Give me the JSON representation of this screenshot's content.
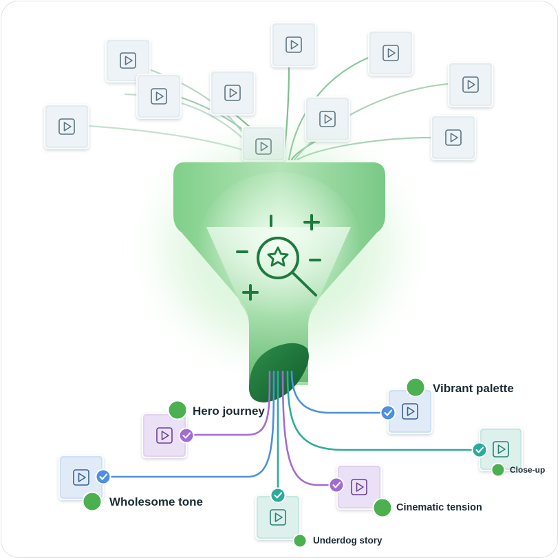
{
  "diagram": {
    "inputs": [
      {
        "id": "in1"
      },
      {
        "id": "in2"
      },
      {
        "id": "in3"
      },
      {
        "id": "in4"
      },
      {
        "id": "in5"
      },
      {
        "id": "in6"
      },
      {
        "id": "in7"
      },
      {
        "id": "in8"
      },
      {
        "id": "in9"
      },
      {
        "id": "in10"
      },
      {
        "id": "in11"
      }
    ],
    "outputs": [
      {
        "id": "hero",
        "label": "Hero journey",
        "color": "#a26bd1"
      },
      {
        "id": "wholesome",
        "label": "Wholesome tone",
        "color": "#4d8fe0"
      },
      {
        "id": "underdog",
        "label": "Underdog story",
        "color": "#2bab9c"
      },
      {
        "id": "cinematic",
        "label": "Cinematic tension",
        "color": "#a26bd1"
      },
      {
        "id": "vibrant",
        "label": "Vibrant palette",
        "color": "#4d8fe0"
      },
      {
        "id": "closeup",
        "label": "Close-up",
        "color": "#2bab9c"
      }
    ],
    "icons": {
      "video": "play-icon",
      "check": "check-icon",
      "filter": "magnify-star-icon",
      "tag": "green-dot-icon"
    },
    "colors": {
      "funnel": "#7bcc86",
      "funnel_dark": "#1f7a3e",
      "accent_green": "#1e7a3f",
      "tag_green": "#4caf50"
    }
  }
}
